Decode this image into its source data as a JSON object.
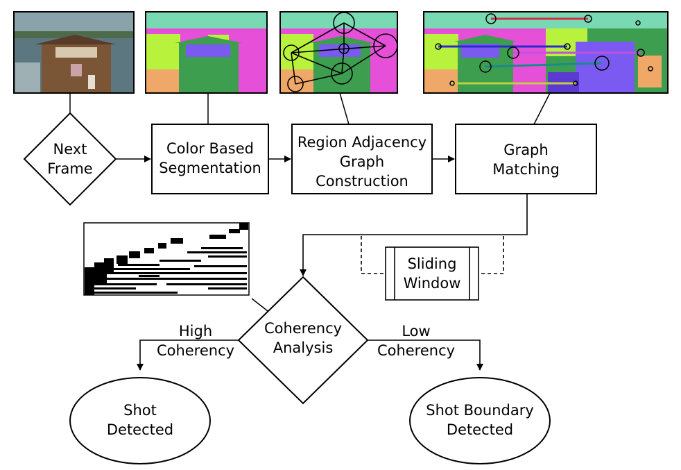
{
  "nodes": {
    "next_frame": [
      "Next",
      "Frame"
    ],
    "color_seg": [
      "Color Based",
      "Segmentation"
    ],
    "rag": [
      "Region Adjacency",
      "Graph",
      "Construction"
    ],
    "graph_matching": [
      "Graph",
      "Matching"
    ],
    "sliding_window": [
      "Sliding",
      "Window"
    ],
    "coherency": [
      "Coherency",
      "Analysis"
    ],
    "shot_detected": [
      "Shot",
      "Detected"
    ],
    "shot_boundary": [
      "Shot Boundary",
      "Detected"
    ]
  },
  "edges": {
    "high": [
      "High",
      "Coherency"
    ],
    "low": [
      "Low",
      "Coherency"
    ]
  },
  "colors": {
    "seg_green": "#3d9e4f",
    "seg_magenta": "#e64fd7",
    "seg_lime": "#b9f23c",
    "seg_teal": "#79d9b3",
    "seg_blue": "#7a5af0",
    "seg_orange": "#f0a868",
    "frame_sky": "#5f7d86",
    "frame_wood": "#6b4a33"
  }
}
